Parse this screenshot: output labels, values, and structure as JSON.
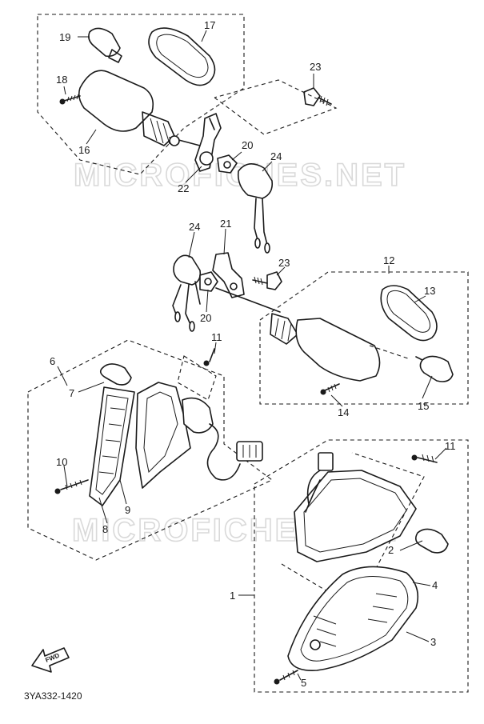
{
  "watermark": "MICROFICHES.NET",
  "diagram_code": "3YA332-1420",
  "fwd_label": "FWD",
  "callouts": {
    "c1": "1",
    "c2": "2",
    "c3": "3",
    "c4": "4",
    "c5": "5",
    "c6": "6",
    "c7": "7",
    "c8": "8",
    "c9": "9",
    "c10": "10",
    "c11a": "11",
    "c11b": "11",
    "c12": "12",
    "c13": "13",
    "c14": "14",
    "c15": "15",
    "c16": "16",
    "c17": "17",
    "c18": "18",
    "c19": "19",
    "c20a": "20",
    "c20b": "20",
    "c21": "21",
    "c22": "22",
    "c23a": "23",
    "c23b": "23",
    "c24a": "24",
    "c24b": "24"
  }
}
